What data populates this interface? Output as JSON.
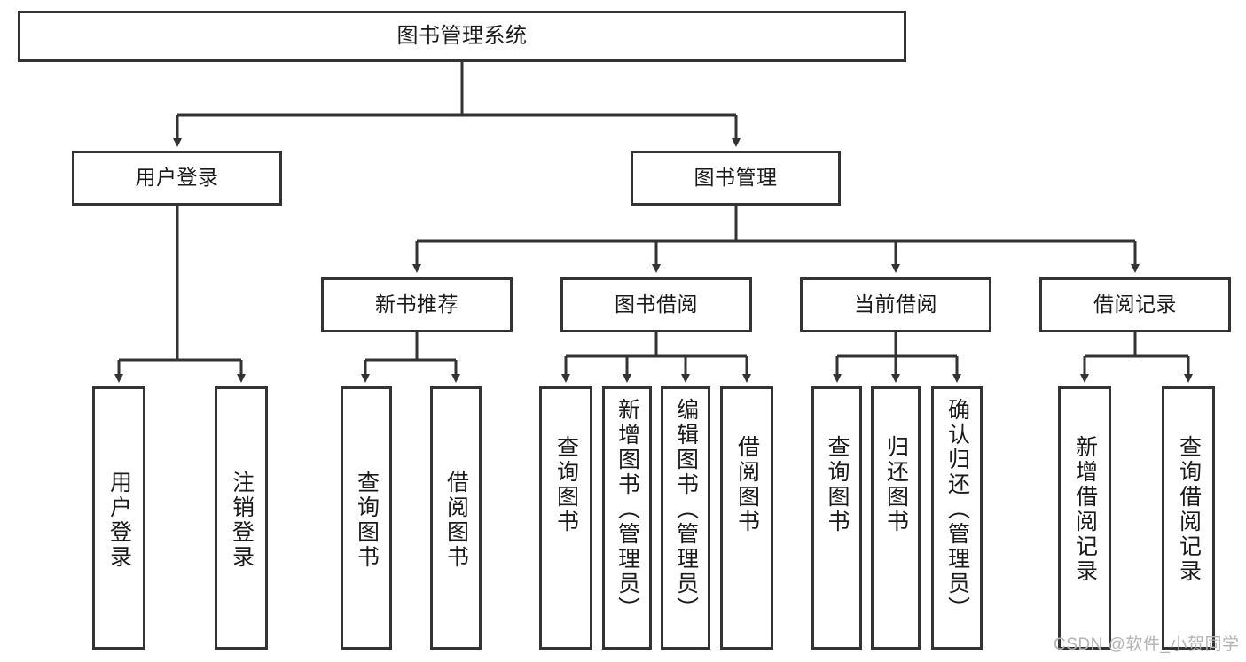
{
  "diagram": {
    "type": "tree",
    "title": "图书管理系统",
    "root": {
      "label": "图书管理系统"
    },
    "level1": [
      {
        "label": "用户登录"
      },
      {
        "label": "图书管理"
      }
    ],
    "level2": [
      {
        "label": "新书推荐"
      },
      {
        "label": "图书借阅"
      },
      {
        "label": "当前借阅"
      },
      {
        "label": "借阅记录"
      }
    ],
    "leaves": {
      "user_login": [
        {
          "label": "用户登录"
        },
        {
          "label": "注销登录"
        }
      ],
      "new_book_recommend": [
        {
          "label": "查询图书"
        },
        {
          "label": "借阅图书"
        }
      ],
      "book_borrow": [
        {
          "label": "查询图书"
        },
        {
          "label": "新增图书（管理员）"
        },
        {
          "label": "编辑图书（管理员）"
        },
        {
          "label": "借阅图书"
        }
      ],
      "current_borrow": [
        {
          "label": "查询图书"
        },
        {
          "label": "归还图书"
        },
        {
          "label": "确认归还（管理员）"
        }
      ],
      "borrow_record": [
        {
          "label": "新增借阅记录"
        },
        {
          "label": "查询借阅记录"
        }
      ]
    },
    "watermark": "CSDN @软件_小贺同学",
    "colors": {
      "box_border": "#333333",
      "box_fill": "#ffffff",
      "connector": "#333333",
      "text": "#1a1a1a",
      "watermark": "#b4b4b4"
    }
  }
}
